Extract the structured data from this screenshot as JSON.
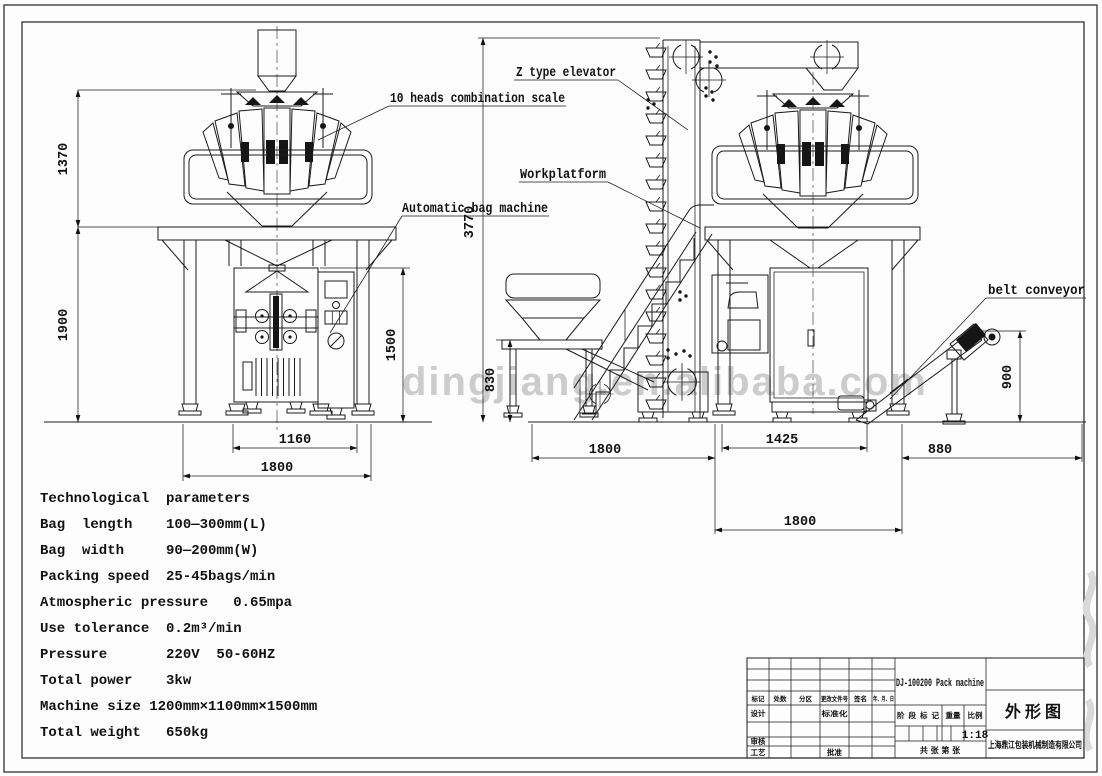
{
  "watermark": "dingjiang.en.alibaba.com",
  "callouts": {
    "combination_scale": "10 heads combination scale",
    "bag_machine": "Automatic bag machine",
    "z_elevator": "Z type elevator",
    "workplatform": "Workplatform",
    "belt_conveyor": "belt conveyor"
  },
  "dims": {
    "scale_section_height": "1370",
    "frame_height": "1900",
    "bag_machine_height": "1500",
    "inner_width": "1160",
    "left_machine_width": "1800",
    "total_height": "3770",
    "feeder_height": "830",
    "conveyor_height": "900",
    "platform_width": "1800",
    "cabinet_width": "1425",
    "conveyor_width": "880",
    "base_span": "1800"
  },
  "parameters": {
    "title": "Technological  parameters",
    "rows": [
      "Bag  length    100—300mm(L)",
      "Bag  width     90—200mm(W)",
      "Packing speed  25-45bags/min",
      "Atmospheric pressure   0.65mpa",
      "Use tolerance  0.2m³/min",
      "Pressure       220V  50-60HZ",
      "Total power    3kw",
      "Machine size 1200mm×1100mm×1500mm",
      "Total weight   650kg"
    ]
  },
  "title_block": {
    "product": "DJ-100200 Pack machine",
    "drawing_title": "外形图",
    "company": "上海鼎江包装机械制造有限公司",
    "stage_label": "阶段标记",
    "weight_label": "重量",
    "scale_label": "比例",
    "scale_value": "1:18",
    "sheet_label": "共  张 第  张",
    "rev_headers": [
      "标记",
      "处数",
      "分区",
      "更改文件号",
      "签名",
      "年、月、日"
    ],
    "roles": {
      "design": "设计",
      "standardize": "标准化",
      "check": "审核",
      "process": "工艺",
      "approve": "批准"
    }
  }
}
